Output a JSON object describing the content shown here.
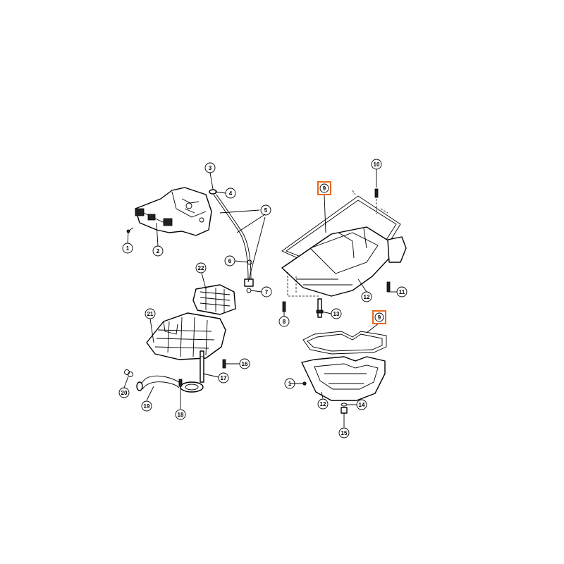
{
  "callouts": {
    "c1a": "1",
    "c1b": "1",
    "c2": "2",
    "c3": "3",
    "c4": "4",
    "c5": "5",
    "c6": "6",
    "c7": "7",
    "c8": "8",
    "c9a": "9",
    "c9b": "9",
    "c10": "10",
    "c11": "11",
    "c12a": "12",
    "c12b": "12",
    "c13": "13",
    "c14": "14",
    "c15": "15",
    "c16": "16",
    "c17": "17",
    "c18": "18",
    "c19": "19",
    "c20": "20",
    "c21": "21",
    "c22": "22"
  },
  "colors": {
    "highlight": "#e8661c",
    "line": "#000000",
    "background": "#ffffff"
  }
}
